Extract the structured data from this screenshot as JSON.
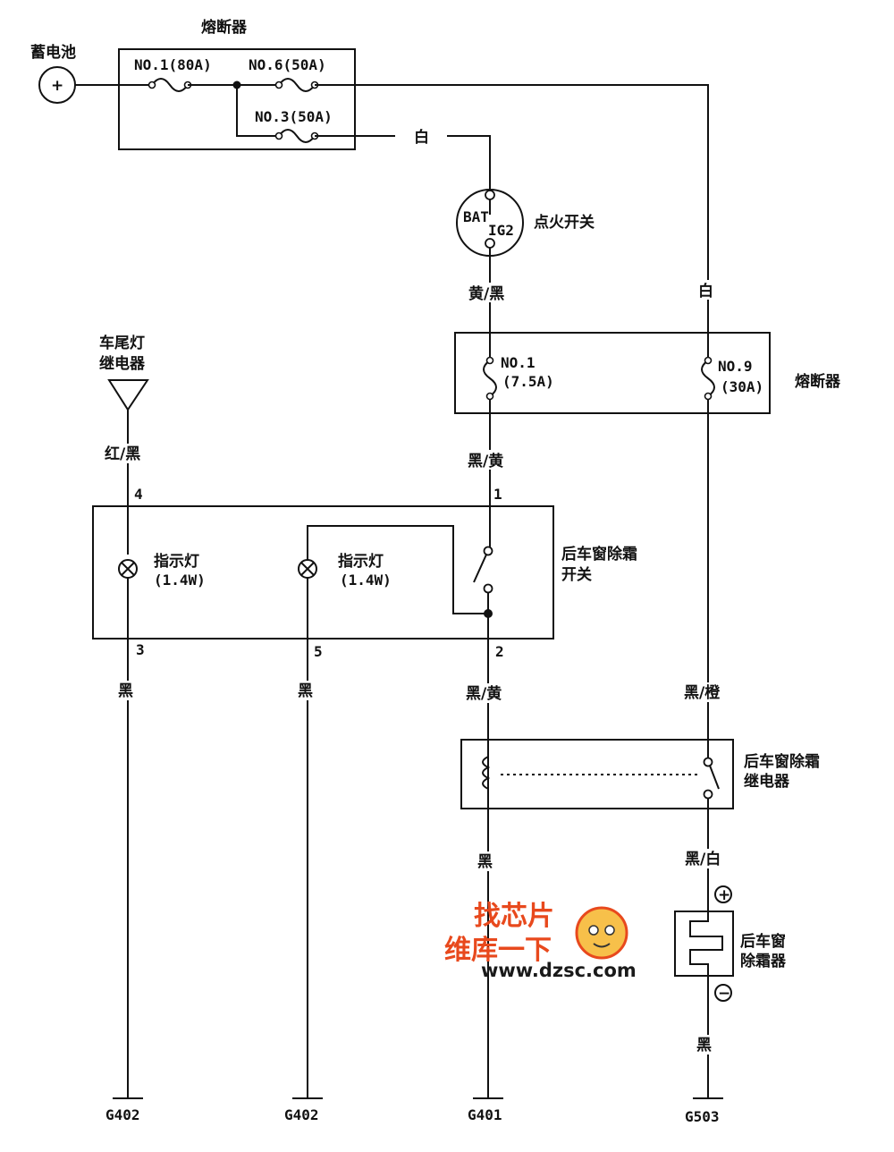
{
  "labels": {
    "fuse_box_top": "熔断器",
    "battery": "蓄电池",
    "battery_plus": "+",
    "fuse_no1_80a": "NO.1(80A)",
    "fuse_no6_50a": "NO.6(50A)",
    "fuse_no3_50a": "NO.3(50A)",
    "wire_white_top": "白",
    "ign_bat": "BAT",
    "ign_ig2": "IG2",
    "ignition_switch": "点火开关",
    "wire_yellow_black": "黄/黑",
    "wire_white_right": "白",
    "fuse_box_mid": "熔断器",
    "fuse_no1": "NO.1",
    "fuse_no1_rating": "(7.5A)",
    "fuse_no9": "NO.9",
    "fuse_no9_rating": "(30A)",
    "tail_relay_1": "车尾灯",
    "tail_relay_2": "继电器",
    "wire_red_black": "红/黑",
    "wire_black_yellow_1": "黑/黄",
    "pin_4": "4",
    "pin_1": "1",
    "indicator_1": "指示灯",
    "indicator_1_rating": "(1.4W)",
    "indicator_2": "指示灯",
    "indicator_2_rating": "(1.4W)",
    "defrost_switch_1": "后车窗除霜",
    "defrost_switch_2": "开关",
    "pin_3": "3",
    "pin_5": "5",
    "pin_2": "2",
    "wire_black_1": "黑",
    "wire_black_2": "黑",
    "wire_black_yellow_2": "黑/黄",
    "wire_black_orange": "黑/橙",
    "defrost_relay_1": "后车窗除霜",
    "defrost_relay_2": "继电器",
    "wire_black_3": "黑",
    "wire_black_white": "黑/白",
    "heater_plus": "+",
    "heater_minus": "−",
    "defroster_1": "后车窗",
    "defroster_2": "除霜器",
    "wire_black_4": "黑",
    "ground_1": "G402",
    "ground_2": "G402",
    "ground_3": "G401",
    "ground_4": "G503"
  },
  "watermark": {
    "line1": "找芯片",
    "line2": "维库一下",
    "url": "www.dzsc.com",
    "color": "#e8491d"
  }
}
